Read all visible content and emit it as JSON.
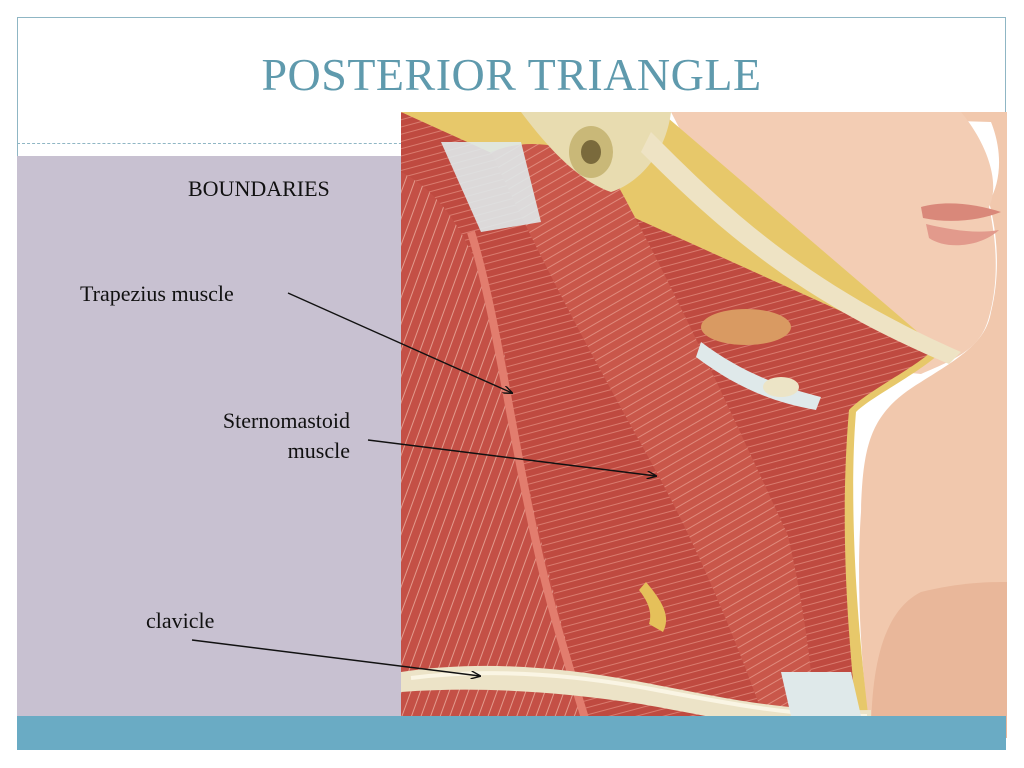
{
  "slide": {
    "title": "POSTERIOR TRIANGLE",
    "heading": "BOUNDARIES",
    "labels": {
      "trapezius": "Trapezius muscle",
      "sternomastoid_line1": "Sternomastoid",
      "sternomastoid_line2": "muscle",
      "clavicle": "clavicle"
    }
  },
  "colors": {
    "title": "#5f9aad",
    "panel": "#c8c1d1",
    "accent_bar": "#6aabc4",
    "frame": "#8fb6c4",
    "muscle": "#c9574a",
    "skin": "#f1c8ad",
    "tendon": "#dfe9ea"
  },
  "image": {
    "subject": "anatomical-illustration-neck-muscles"
  }
}
